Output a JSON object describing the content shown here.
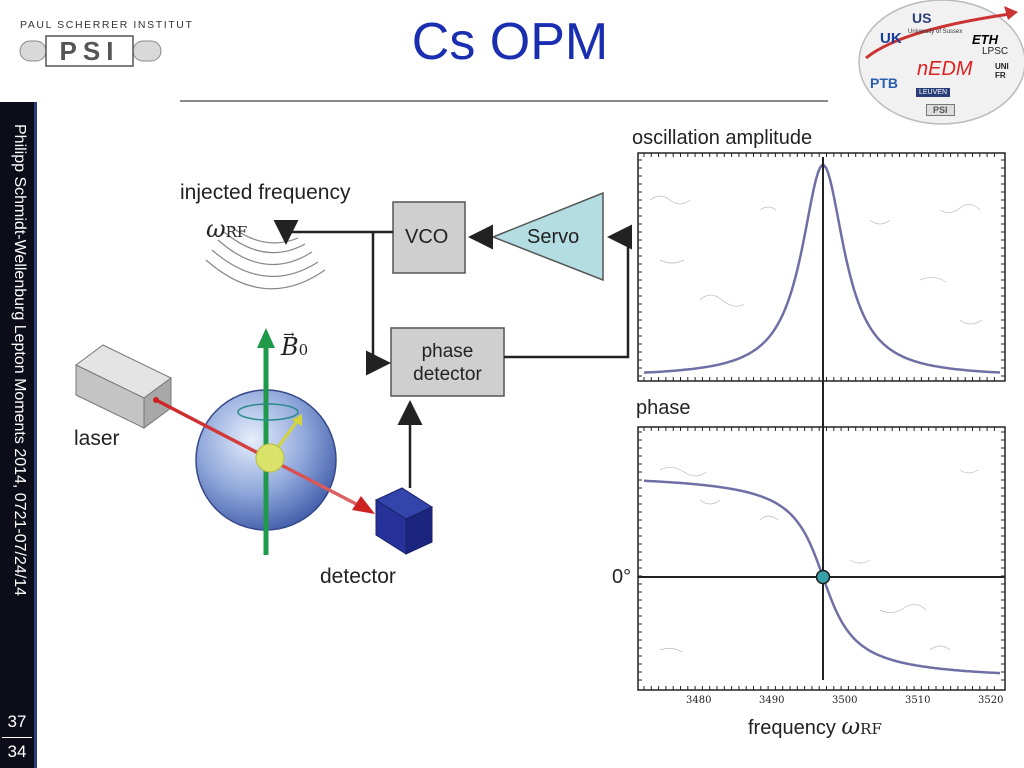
{
  "slide": {
    "title": "Cs OPM",
    "sidebar_text": "Philipp Schmidt-Wellenburg   Lepton Moments 2014, 0721-07/24/14",
    "page_current": "37",
    "page_total": "34"
  },
  "logos": {
    "institute_name": "PAUL SCHERRER INSTITUT",
    "psi_logo_text": "PSI",
    "collab_badge_title": "nEDM",
    "collab_badge_items": [
      "US",
      "ETH",
      "UK",
      "University of Sussex",
      "LPSC",
      "UNI FR",
      "PTB",
      "LEUVEN",
      "PSI"
    ]
  },
  "diagram": {
    "injected_frequency_label": "injected frequency",
    "omega_rf_symbol": "ω",
    "omega_rf_subscript": "RF",
    "vco_label": "VCO",
    "servo_label": "Servo",
    "phase_detector_line1": "phase",
    "phase_detector_line2": "detector",
    "b0_symbol": "B",
    "b0_subscript": "0",
    "laser_label": "laser",
    "detector_label": "detector"
  },
  "plots": {
    "amplitude_title": "oscillation amplitude",
    "phase_title": "phase",
    "phase_zero_label": "0°",
    "x_axis_label": "frequency",
    "x_axis_symbol": "ω",
    "x_axis_subscript": "RF",
    "x_ticks": [
      "3480",
      "3490",
      "3500",
      "3510",
      "3520"
    ]
  },
  "colors": {
    "title_blue": "#1a2fb0",
    "servo_fill": "#b3dde2",
    "box_fill": "#cfcfcf",
    "curve": "#6f6fa6",
    "beam": "#cc2222",
    "field_arrow": "#1f9a4a",
    "marker": "#3aa0a8"
  }
}
